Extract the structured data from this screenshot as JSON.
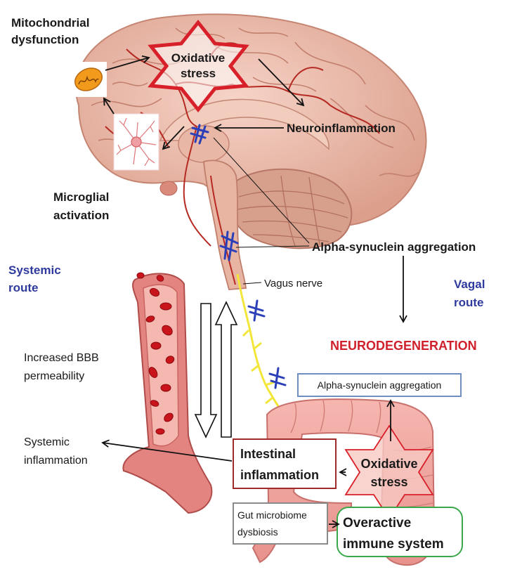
{
  "labels": {
    "mitochondrial_dysfunction": [
      "Mitochondrial",
      "dysfunction"
    ],
    "oxidative_stress_brain": [
      "Oxidative",
      "stress"
    ],
    "neuroinflammation": "Neuroinflammation",
    "microglial_activation": [
      "Microglial",
      "activation"
    ],
    "alpha_synuclein_brain": "Alpha-synuclein aggregation",
    "systemic_route": [
      "Systemic",
      "route"
    ],
    "vagal_route": [
      "Vagal",
      "route"
    ],
    "vagus_nerve": "Vagus nerve",
    "neurodegeneration": "NEURODEGENERATION",
    "increased_bbb": [
      "Increased BBB",
      "permeability"
    ],
    "alpha_synuclein_gut": "Alpha-synuclein aggregation",
    "systemic_inflammation": [
      "Systemic",
      "inflammation"
    ],
    "intestinal_inflammation": [
      "Intestinal",
      "inflammation"
    ],
    "oxidative_stress_gut": [
      "Oxidative",
      "stress"
    ],
    "gut_microbiome": [
      "Gut microbiome",
      "dysbiosis"
    ],
    "overactive_immune": [
      "Overactive",
      "immune system"
    ]
  },
  "colors": {
    "brain": "#eab8a6",
    "brain_fold": "#c98573",
    "vessel": "#b52a22",
    "star": "#d8202a",
    "route_text": "#2e3a9e",
    "neuro_text": "#d0202c",
    "marker": "#2b3fb8",
    "nerve": "#f2e63a",
    "blood_vessel": "#e07878",
    "blood_cell": "#c8141a",
    "gut": "#f0a4a0",
    "box_blue": "#6f8fc0",
    "box_red": "#9e2a2a",
    "box_gray": "#8a8a8a",
    "box_green": "#3aa84a"
  },
  "icons": [
    "mitochondrion-icon",
    "microglia-cell-icon",
    "synuclein-marker-icon"
  ]
}
